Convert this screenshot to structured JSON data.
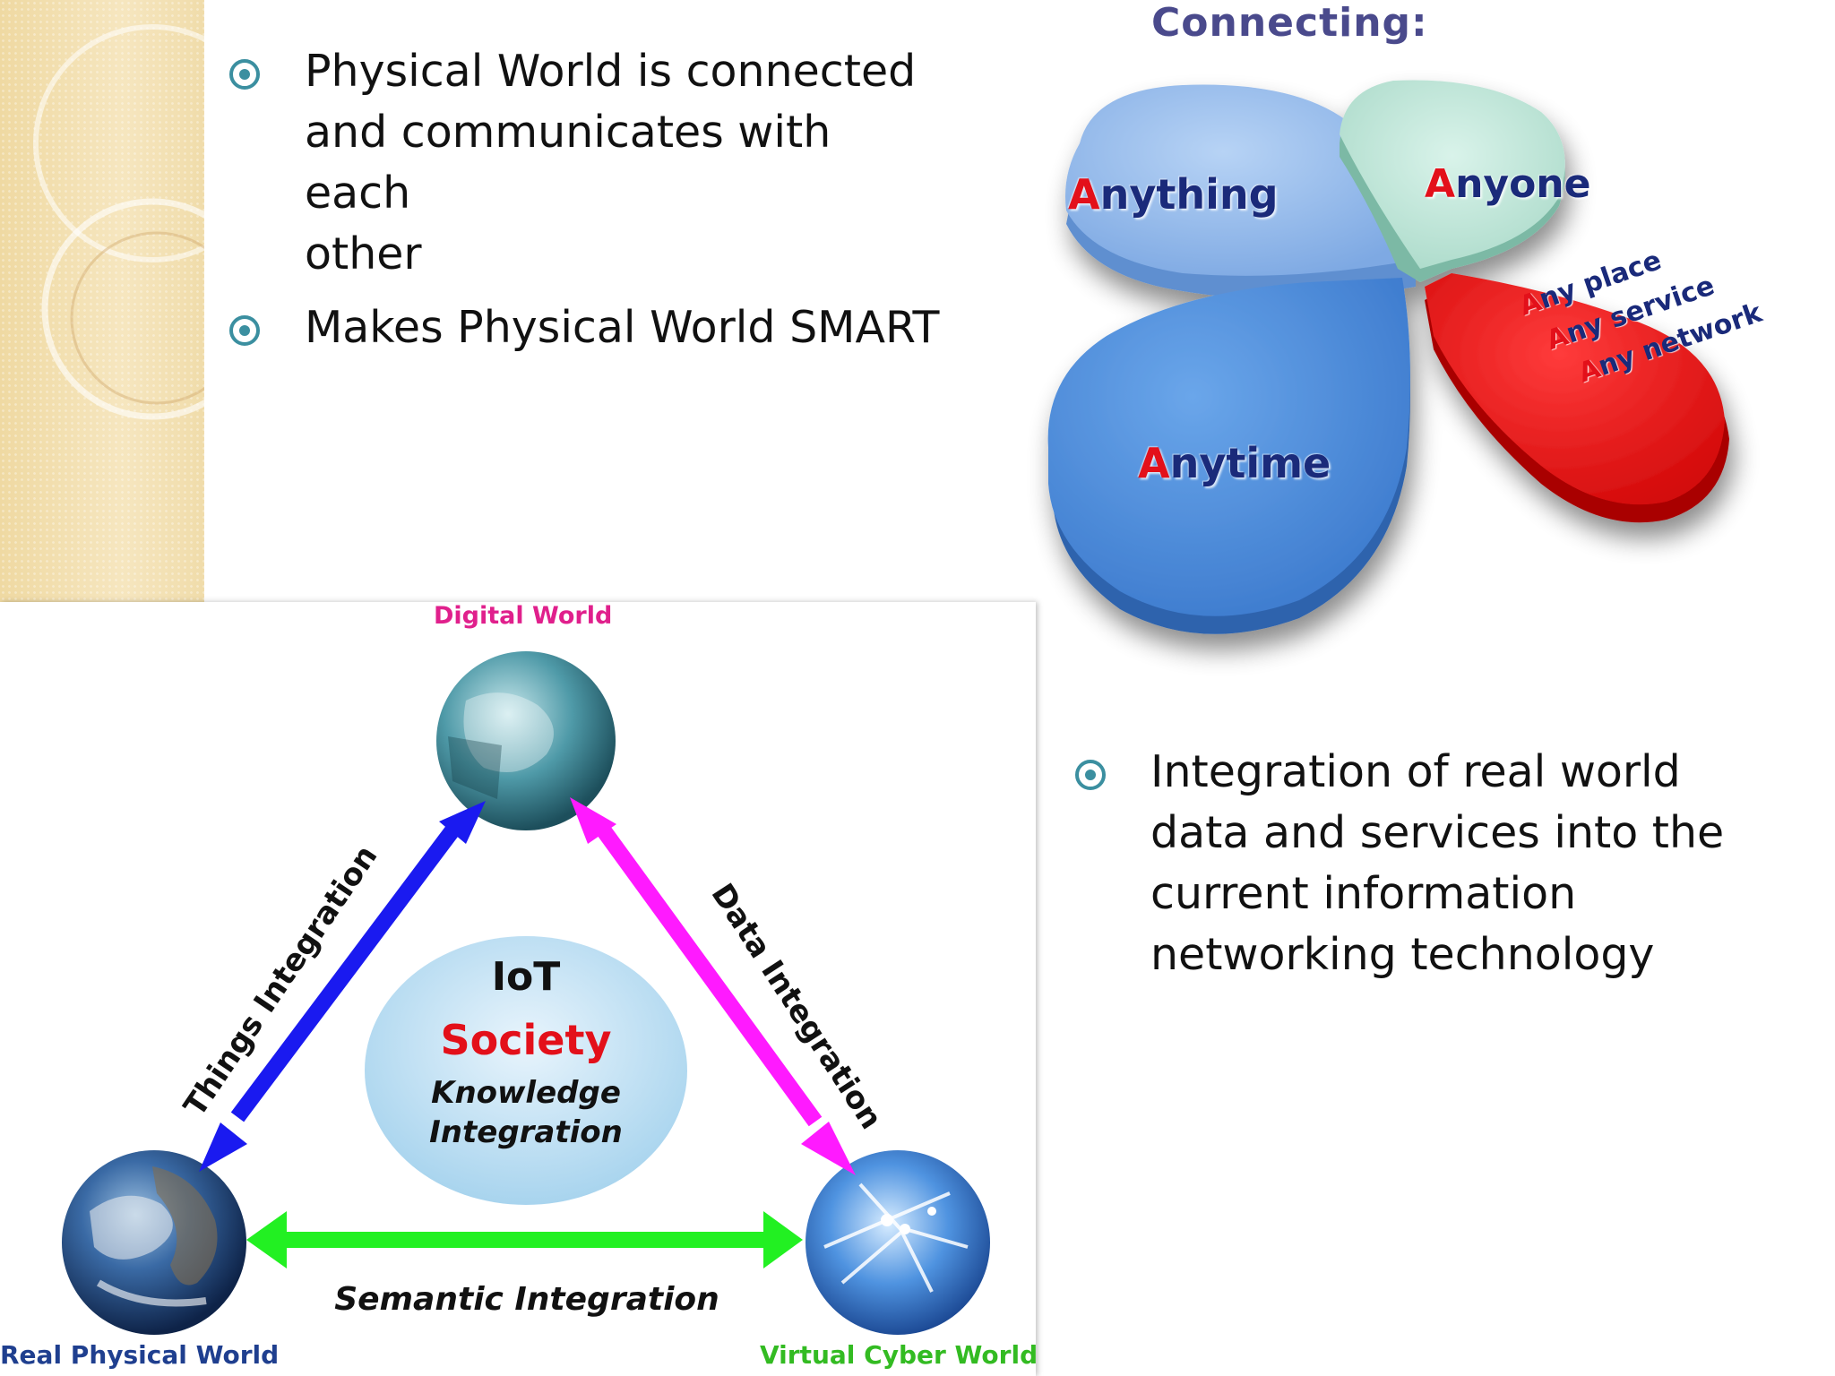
{
  "bullets_top": [
    {
      "lines": [
        "Physical World is connected",
        "and communicates with each",
        "other"
      ]
    },
    {
      "lines": [
        "Makes Physical World SMART"
      ]
    }
  ],
  "bullets_right": [
    {
      "lines": [
        "Integration of real world",
        "data and services into the",
        "current information",
        "networking technology"
      ]
    }
  ],
  "petal_diagram": {
    "title": "Connecting:",
    "petals": [
      {
        "first": "A",
        "rest": "nything",
        "color": "#8fb8ea"
      },
      {
        "first": "A",
        "rest": "nyone",
        "color": "#bfe6d8"
      },
      {
        "first": "A",
        "rest": "nytime",
        "color": "#4f8fdc"
      },
      {
        "lines": [
          {
            "first": "A",
            "rest": "ny place"
          },
          {
            "first": "A",
            "rest": "ny service"
          },
          {
            "first": "A",
            "rest": "ny network"
          }
        ],
        "color": "#e81414"
      }
    ]
  },
  "iot_diagram": {
    "nodes": {
      "top": "Digital World",
      "bottom_left": "Real Physical World",
      "bottom_right": "Virtual Cyber World"
    },
    "edges": {
      "left": "Things Integration",
      "right": "Data Integration",
      "bottom": "Semantic Integration"
    },
    "center": {
      "line1": "IoT",
      "line2": "Society",
      "line3": "Knowledge",
      "line4": "Integration"
    },
    "colors": {
      "left_arrow": "#1a1af0",
      "right_arrow": "#ff1aff",
      "bottom_arrow": "#22f022",
      "digital_label": "#e0208c",
      "physical_label": "#1f3f8f",
      "cyber_label": "#33bb22",
      "society": "#e3101a"
    }
  }
}
